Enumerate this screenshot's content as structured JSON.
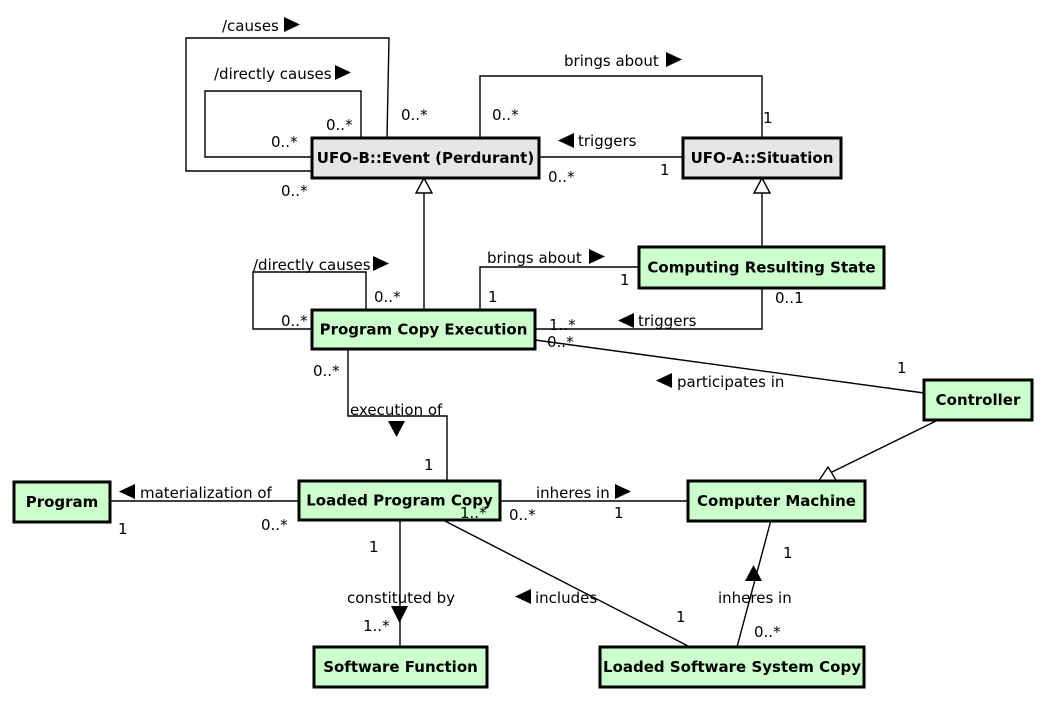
{
  "colors": {
    "ufo_fill": "#e6e6e6",
    "domain_fill": "#ccffcc",
    "line": "#000000"
  },
  "classes": {
    "event": "UFO-B::Event (Perdurant)",
    "situation": "UFO-A::Situation",
    "crs": "Computing Resulting State",
    "pce": "Program Copy Execution",
    "controller": "Controller",
    "program": "Program",
    "lpc": "Loaded Program Copy",
    "cm": "Computer Machine",
    "sf": "Software Function",
    "lssc": "Loaded Software System Copy"
  },
  "associations": {
    "causes": {
      "name": "/causes",
      "mult_a": "0..*",
      "mult_b": "0..*"
    },
    "directly_causes_event": {
      "name": "/directly causes",
      "mult_a": "0..*",
      "mult_b": "0..*"
    },
    "brings_about_event": {
      "name": "brings about",
      "mult_a": "0..*",
      "mult_b": "1"
    },
    "triggers_event": {
      "name": "triggers",
      "mult_a": "0..*",
      "mult_b": "1"
    },
    "directly_causes_pce": {
      "name": "/directly causes",
      "mult_a": "0..*",
      "mult_b": "0..*"
    },
    "brings_about_pce": {
      "name": "brings about",
      "mult_a": "1",
      "mult_b": "1"
    },
    "triggers_pce": {
      "name": "triggers",
      "mult_a": "1..*",
      "mult_b": "0..1"
    },
    "participates_in": {
      "name": "participates in",
      "mult_a": "0..*",
      "mult_b": "1"
    },
    "execution_of": {
      "name": "execution of",
      "mult_a": "0..*",
      "mult_b": "1"
    },
    "materialization_of": {
      "name": "materialization of",
      "mult_a": "1",
      "mult_b": "0..*"
    },
    "inheres_in_lpc": {
      "name": "inheres in",
      "mult_a": "0..*",
      "mult_b": "1"
    },
    "constituted_by": {
      "name": "constituted by",
      "mult_a": "1",
      "mult_b": "1..*"
    },
    "includes": {
      "name": "includes",
      "mult_a": "1..*",
      "mult_b": "1"
    },
    "inheres_in_lssc": {
      "name": "inheres in",
      "mult_a": "1",
      "mult_b": "0..*"
    }
  }
}
